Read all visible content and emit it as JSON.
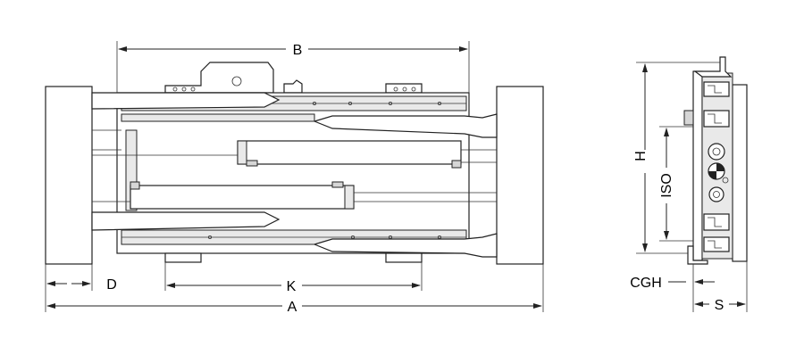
{
  "labels": {
    "b": "B",
    "d": "D",
    "k": "K",
    "a": "A",
    "h": "H",
    "iso": "ISO",
    "cgh": "CGH",
    "s": "S"
  },
  "colors": {
    "stroke": "#222222",
    "fill_light": "#e9e9e9",
    "fill_mid": "#d6d6d6",
    "background": "#ffffff"
  }
}
